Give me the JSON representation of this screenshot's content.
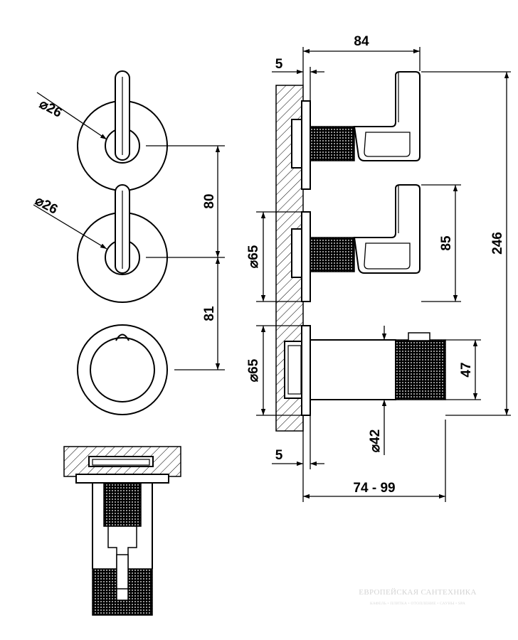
{
  "drawing": {
    "dimensions": {
      "dia26_top": "26",
      "dia26_mid": "26",
      "spacing_80": "80",
      "spacing_81": "81",
      "depth_84": "84",
      "wall_5_top": "5",
      "height_246": "246",
      "height_85": "85",
      "dia65_upper": "65",
      "dia65_lower": "65",
      "height_47": "47",
      "dia42": "42",
      "wall_5_bottom": "5",
      "range_74_99": "74 - 99"
    },
    "diameter_symbol": "⌀",
    "watermark": {
      "brand": "ЕВРОПЕЙСКАЯ САНТЕХНИКА",
      "tagline": "КАФЕЛЬ • ПЛИТКА • ОТОПЛЕНИЕ • САУНЫ • SPA"
    }
  }
}
